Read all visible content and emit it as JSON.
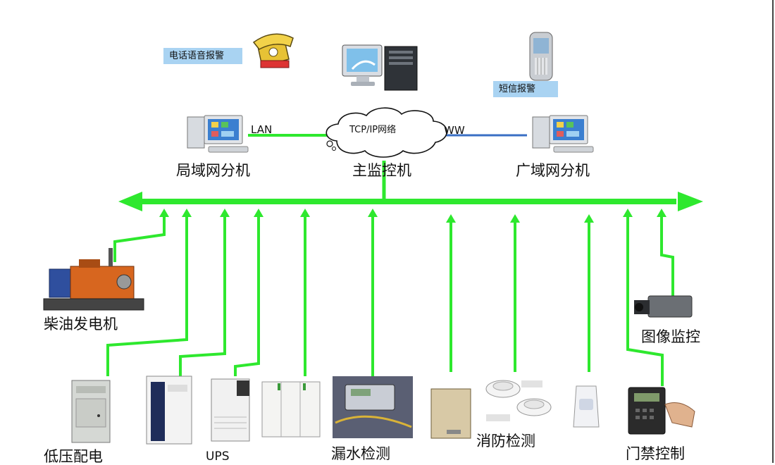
{
  "top": {
    "phone_alarm": "电话语音报警",
    "sms_alarm": "短信报警"
  },
  "network": {
    "lan": "LAN",
    "cloud": "TCP/IP网络",
    "wan": "WW"
  },
  "hosts": {
    "lan_sub": "局域网分机",
    "main": "主监控机",
    "wan_sub": "广域网分机"
  },
  "devices": {
    "generator": "柴油发电机",
    "camera": "图像监控",
    "low_voltage": "低压配电",
    "ups": "UPS",
    "leak": "漏水检测",
    "fire": "消防检测",
    "access": "门禁控制"
  },
  "colors": {
    "bus": "#2ee82e",
    "wan_line": "#3a6fc4",
    "label_bg": "#a9d3f2"
  }
}
